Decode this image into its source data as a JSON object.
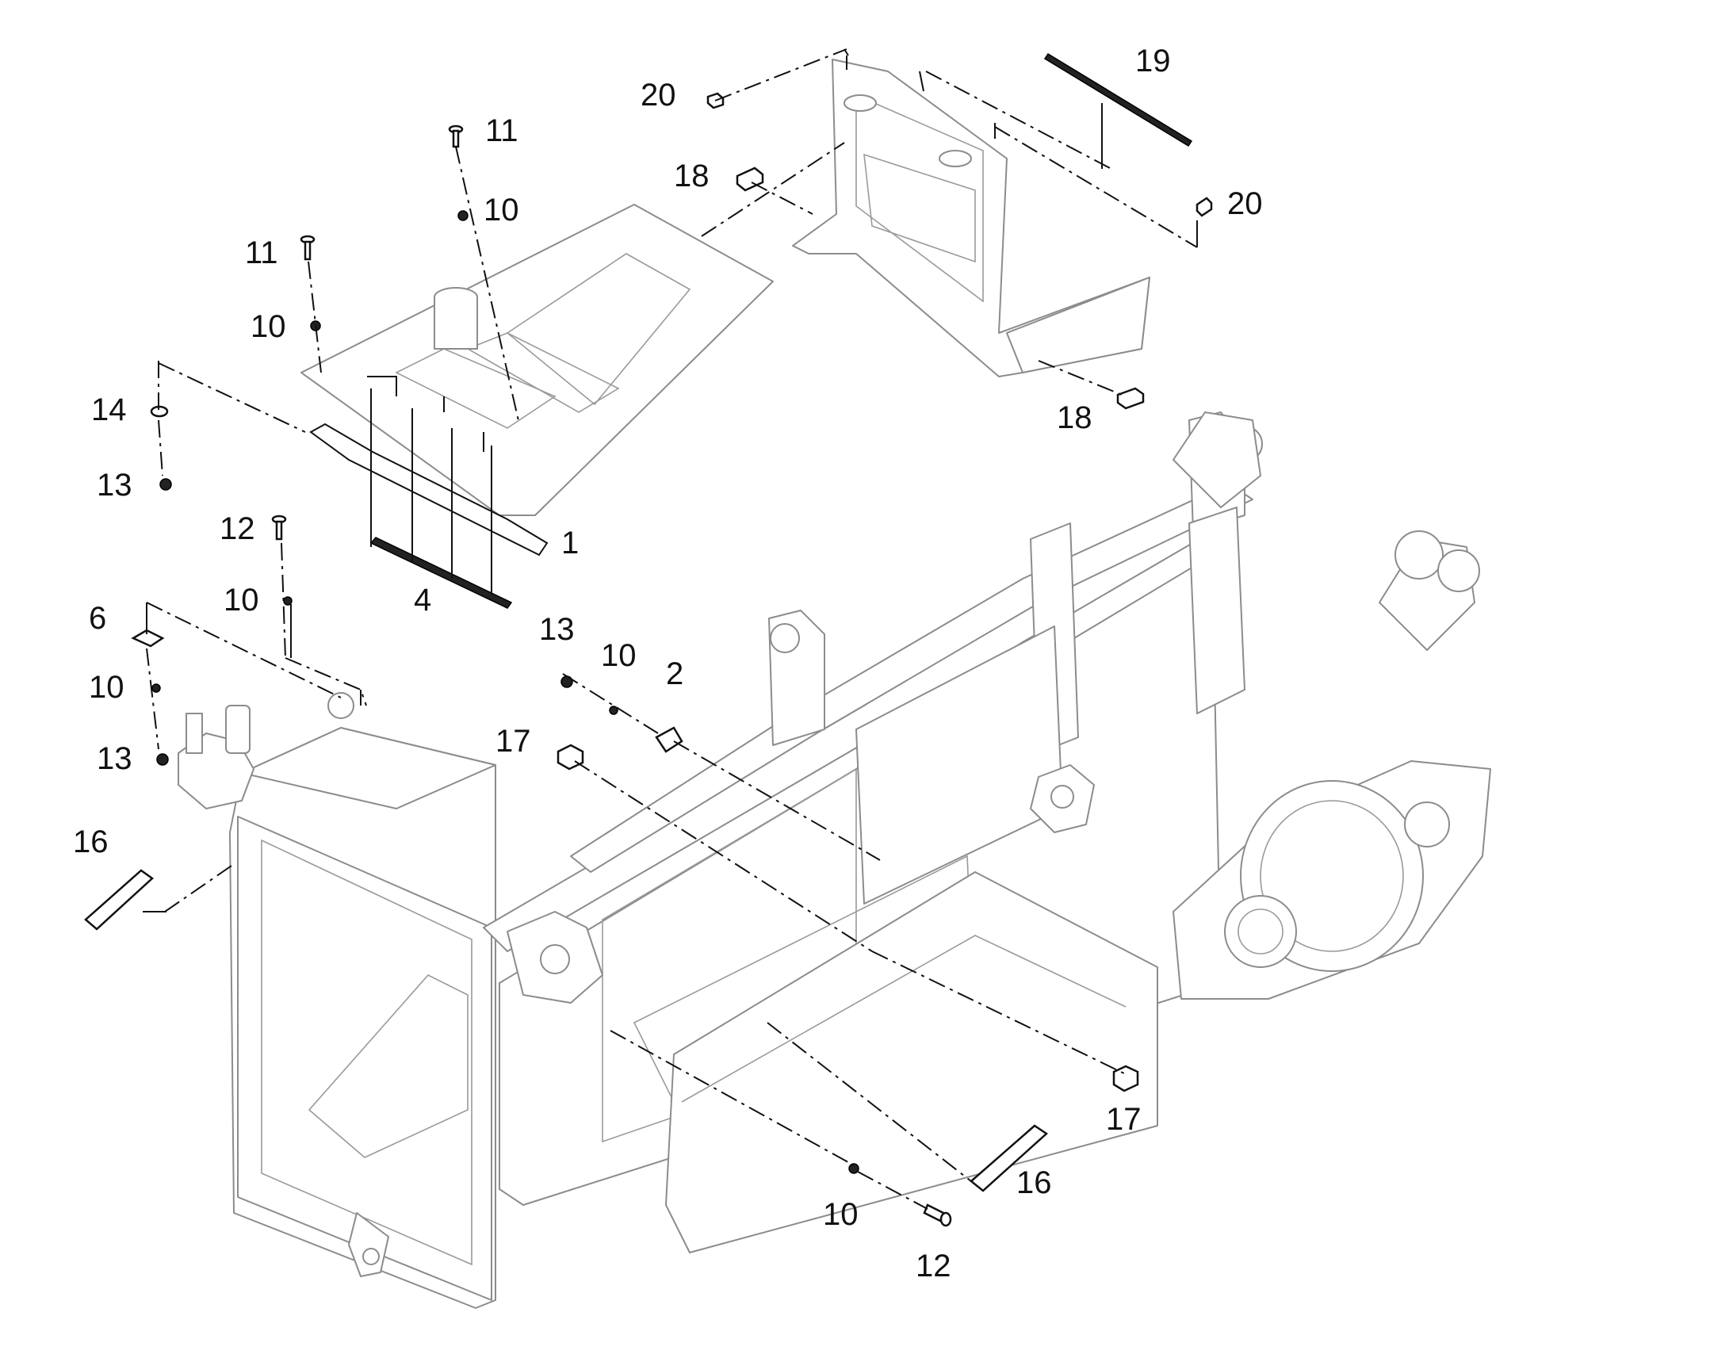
{
  "callouts": {
    "c1": "1",
    "c2": "2",
    "c4": "4",
    "c6": "6",
    "c10a": "10",
    "c10b": "10",
    "c10c": "10",
    "c10d": "10",
    "c10e": "10",
    "c10f": "10",
    "c11a": "11",
    "c11b": "11",
    "c12a": "12",
    "c12b": "12",
    "c13a": "13",
    "c13b": "13",
    "c13c": "13",
    "c14": "14",
    "c16a": "16",
    "c16b": "16",
    "c17a": "17",
    "c17b": "17",
    "c18a": "18",
    "c18b": "18",
    "c19": "19",
    "c20a": "20",
    "c20b": "20"
  },
  "colors": {
    "line": "#111111",
    "part_outline": "#8c8c8c",
    "background": "#ffffff"
  }
}
